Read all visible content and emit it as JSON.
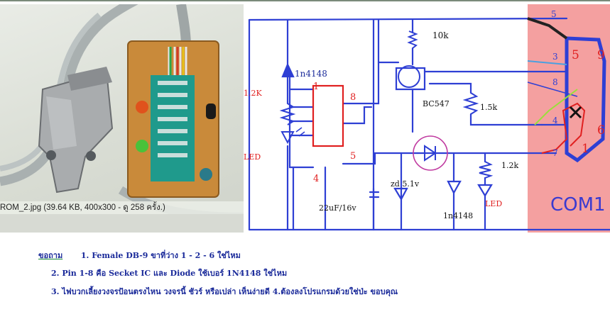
{
  "photo": {
    "caption": "ROM_2.jpg (39.64 KB, 400x300 - ดู 258 ครั้ง.)"
  },
  "schematic": {
    "labels": {
      "d1": "1n4148",
      "r1": "1.2K",
      "led1": "LED",
      "pin1": "1",
      "pin8": "8",
      "pin4": "4",
      "pin5": "5",
      "r10k": "10k",
      "transistor": "BC547",
      "r15k": "1.5k",
      "r12k": "1.2k",
      "cap": "22uF/16v",
      "zener": "zd 5.1v",
      "d2": "1n4148",
      "led2": "LED"
    },
    "com": {
      "title": "COM1",
      "wire5": "5",
      "wire3": "3",
      "wire8": "8",
      "wire4": "4",
      "wire7": "7",
      "db_pin5": "5",
      "db_pin9": "9",
      "db_pin6": "6",
      "db_pin1": "1"
    }
  },
  "questions": {
    "ask_label": "ขอถาม",
    "q1": "1. Female DB-9 ขาที่ว่าง  1 - 2 -  6 ใช่ไหม",
    "q2": "2. Pin 1-8 คือ Secket IC และ Diode ใช้เบอร์ 1N4148 ใช่ไหม",
    "q3": "3. ไฟบวกเลี้ยงวงจรป้อนตรงไหน วงจรนี้ ชัวร์ หรือเปล่า เห็นง่ายดี 4.ต้องลงโปรแกรมด้วยใช่ป่ะ ขอบคุณ"
  },
  "colors": {
    "wire_blue": "#2e3fd4",
    "label_red": "#e02020",
    "com_bg": "#f4a0a0",
    "question_text": "#1a2a9a"
  }
}
